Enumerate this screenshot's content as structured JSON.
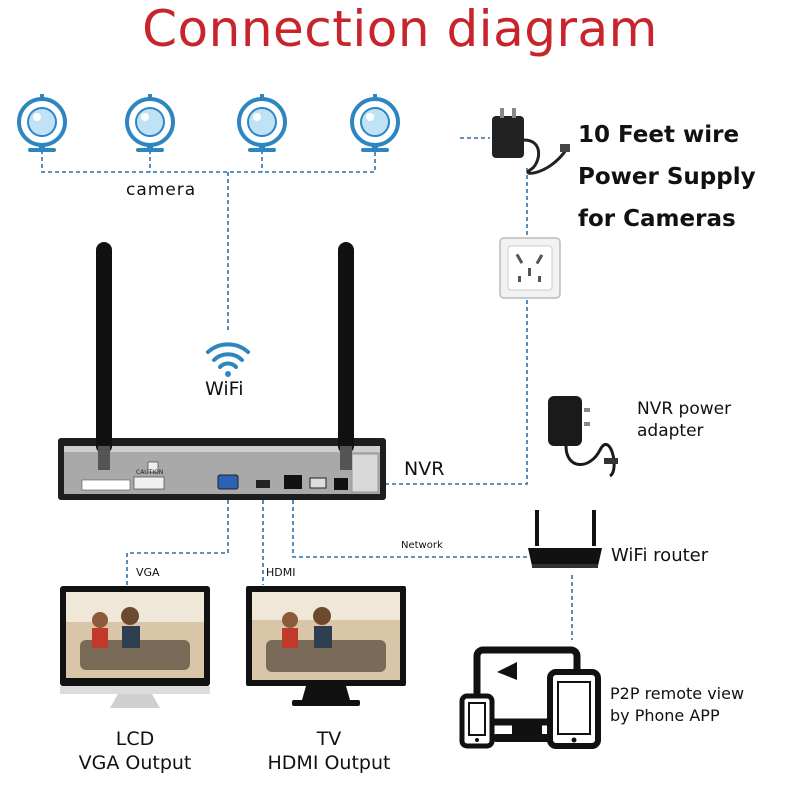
{
  "title": "Connection diagram",
  "labels": {
    "camera": "camera",
    "wifi": "WiFi",
    "nvr": "NVR",
    "power_supply": [
      "10 Feet wire",
      "Power Supply",
      "for Cameras"
    ],
    "nvr_adapter": [
      "NVR power",
      "adapter"
    ],
    "network": "Network",
    "router": "WiFi router",
    "vga": "VGA",
    "hdmi": "HDMI",
    "lcd": [
      "LCD",
      "VGA Output"
    ],
    "tv": [
      "TV",
      "HDMI Output"
    ],
    "p2p": [
      "P2P remote view",
      "by Phone APP"
    ],
    "nvr_caution": "CAUTION"
  },
  "colors": {
    "title": "#c8242b",
    "wire": "#2f6fa8",
    "camera_icon": "#2e86c1",
    "camera_lens": "#bfe3f5",
    "nvr_body": "#1e1e1e",
    "device_black": "#111111"
  },
  "icons": [
    "camera-icon",
    "power-adapter-icon",
    "wall-socket-icon",
    "wifi-icon",
    "router-icon",
    "monitor-icon",
    "tv-icon",
    "phone-icon",
    "tablet-icon",
    "desktop-icon"
  ]
}
